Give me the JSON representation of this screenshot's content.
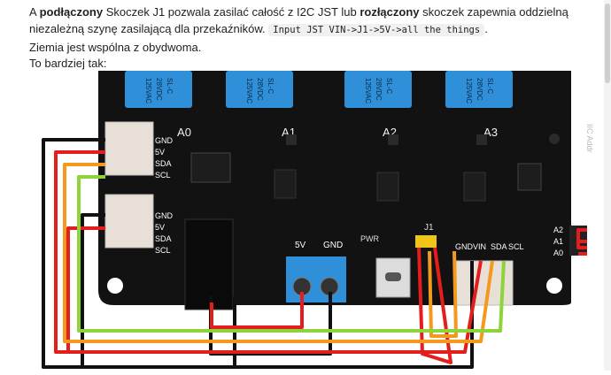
{
  "post": {
    "line1_a": "A ",
    "line1_b": "podłączony",
    "line1_c": " Skoczek J1 pozwala zasilać całość z I2C JST lub ",
    "line1_d": "rozłączony",
    "line1_e": " skoczek zapewnia oddzielną niezależną szynę zasilającą dla przekaźników.",
    "code": "Input JST VIN->J1->5V->all the things",
    "line1_f": ".",
    "line2": "Ziemia jest wspólna z obydwoma.",
    "line3": "To bardziej tak:"
  },
  "board": {
    "relay_labels": [
      "A0",
      "A1",
      "A2",
      "A3"
    ],
    "relay_text": [
      "125VAC",
      "28VDC",
      "SL-C"
    ],
    "jst_left_pins": [
      "GND",
      "5V",
      "SDA",
      "SCL"
    ],
    "jst_left_pins_2": [
      "GND",
      "5V",
      "SDA",
      "SCL"
    ],
    "power_terminal": [
      "5V",
      "GND"
    ],
    "pwr_label": "PWR",
    "j1_label": "J1",
    "jst_right_pins": [
      "GND",
      "VIN",
      "SDA",
      "SCL"
    ],
    "addr_pins": [
      "A2",
      "A1",
      "A0"
    ],
    "iic_label": "IIC Addr"
  },
  "colors": {
    "board": "#111111",
    "relay": "#2f8fd8",
    "wire_black": "#111111",
    "wire_red": "#e41d1d",
    "wire_orange": "#f39a1e",
    "wire_green": "#8cd43a"
  }
}
